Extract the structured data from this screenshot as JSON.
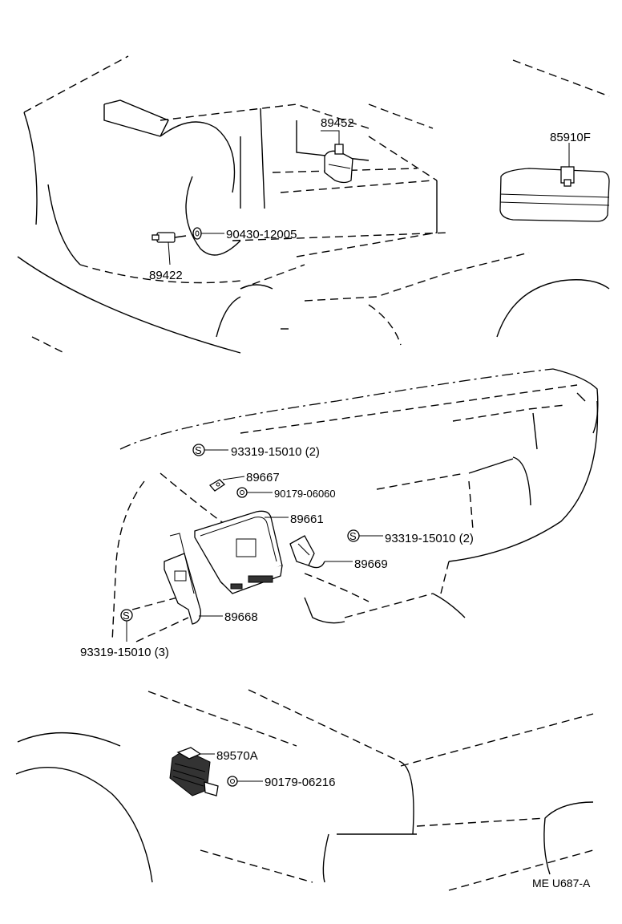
{
  "parts": {
    "p89452": "89452",
    "p85910F": "85910F",
    "p90430": "90430-12005",
    "p89422": "89422",
    "p93319_a": "93319-15010 (2)",
    "p89667": "89667",
    "p90179_06060": "90179-06060",
    "p89661": "89661",
    "p93319_b": "93319-15010 (2)",
    "p89669": "89669",
    "p89668": "89668",
    "p93319_c": "93319-15010 (3)",
    "p89570A": "89570A",
    "p90179_06216": "90179-06216"
  },
  "symbols": {
    "standard_part": "S"
  },
  "footer": {
    "code": "ME U687-A"
  }
}
